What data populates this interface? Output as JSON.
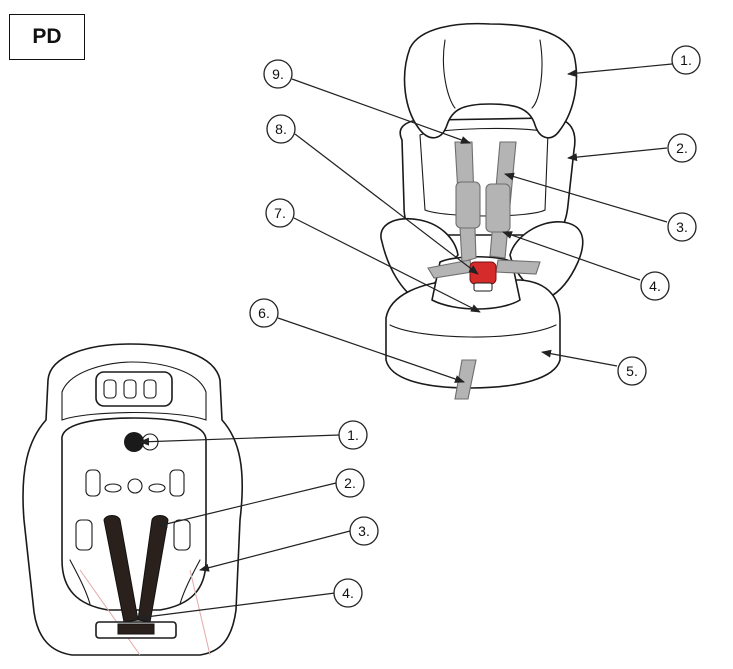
{
  "label_box": {
    "text": "PD"
  },
  "front_view": {
    "callouts": [
      {
        "id": "front-1",
        "text": "1."
      },
      {
        "id": "front-2",
        "text": "2."
      },
      {
        "id": "front-3",
        "text": "3."
      },
      {
        "id": "front-4",
        "text": "4."
      },
      {
        "id": "front-5",
        "text": "5."
      },
      {
        "id": "front-6",
        "text": "6."
      },
      {
        "id": "front-7",
        "text": "7."
      },
      {
        "id": "front-8",
        "text": "8."
      },
      {
        "id": "front-9",
        "text": "9."
      }
    ]
  },
  "back_view": {
    "callouts": [
      {
        "id": "back-1",
        "text": "1."
      },
      {
        "id": "back-2",
        "text": "2."
      },
      {
        "id": "back-3",
        "text": "3."
      },
      {
        "id": "back-4",
        "text": "4."
      }
    ]
  },
  "colors": {
    "line": "#1a1a1a",
    "strap": "#b4b4b4",
    "buckle": "#d62b2b",
    "rear_belt": "#2a211c"
  }
}
